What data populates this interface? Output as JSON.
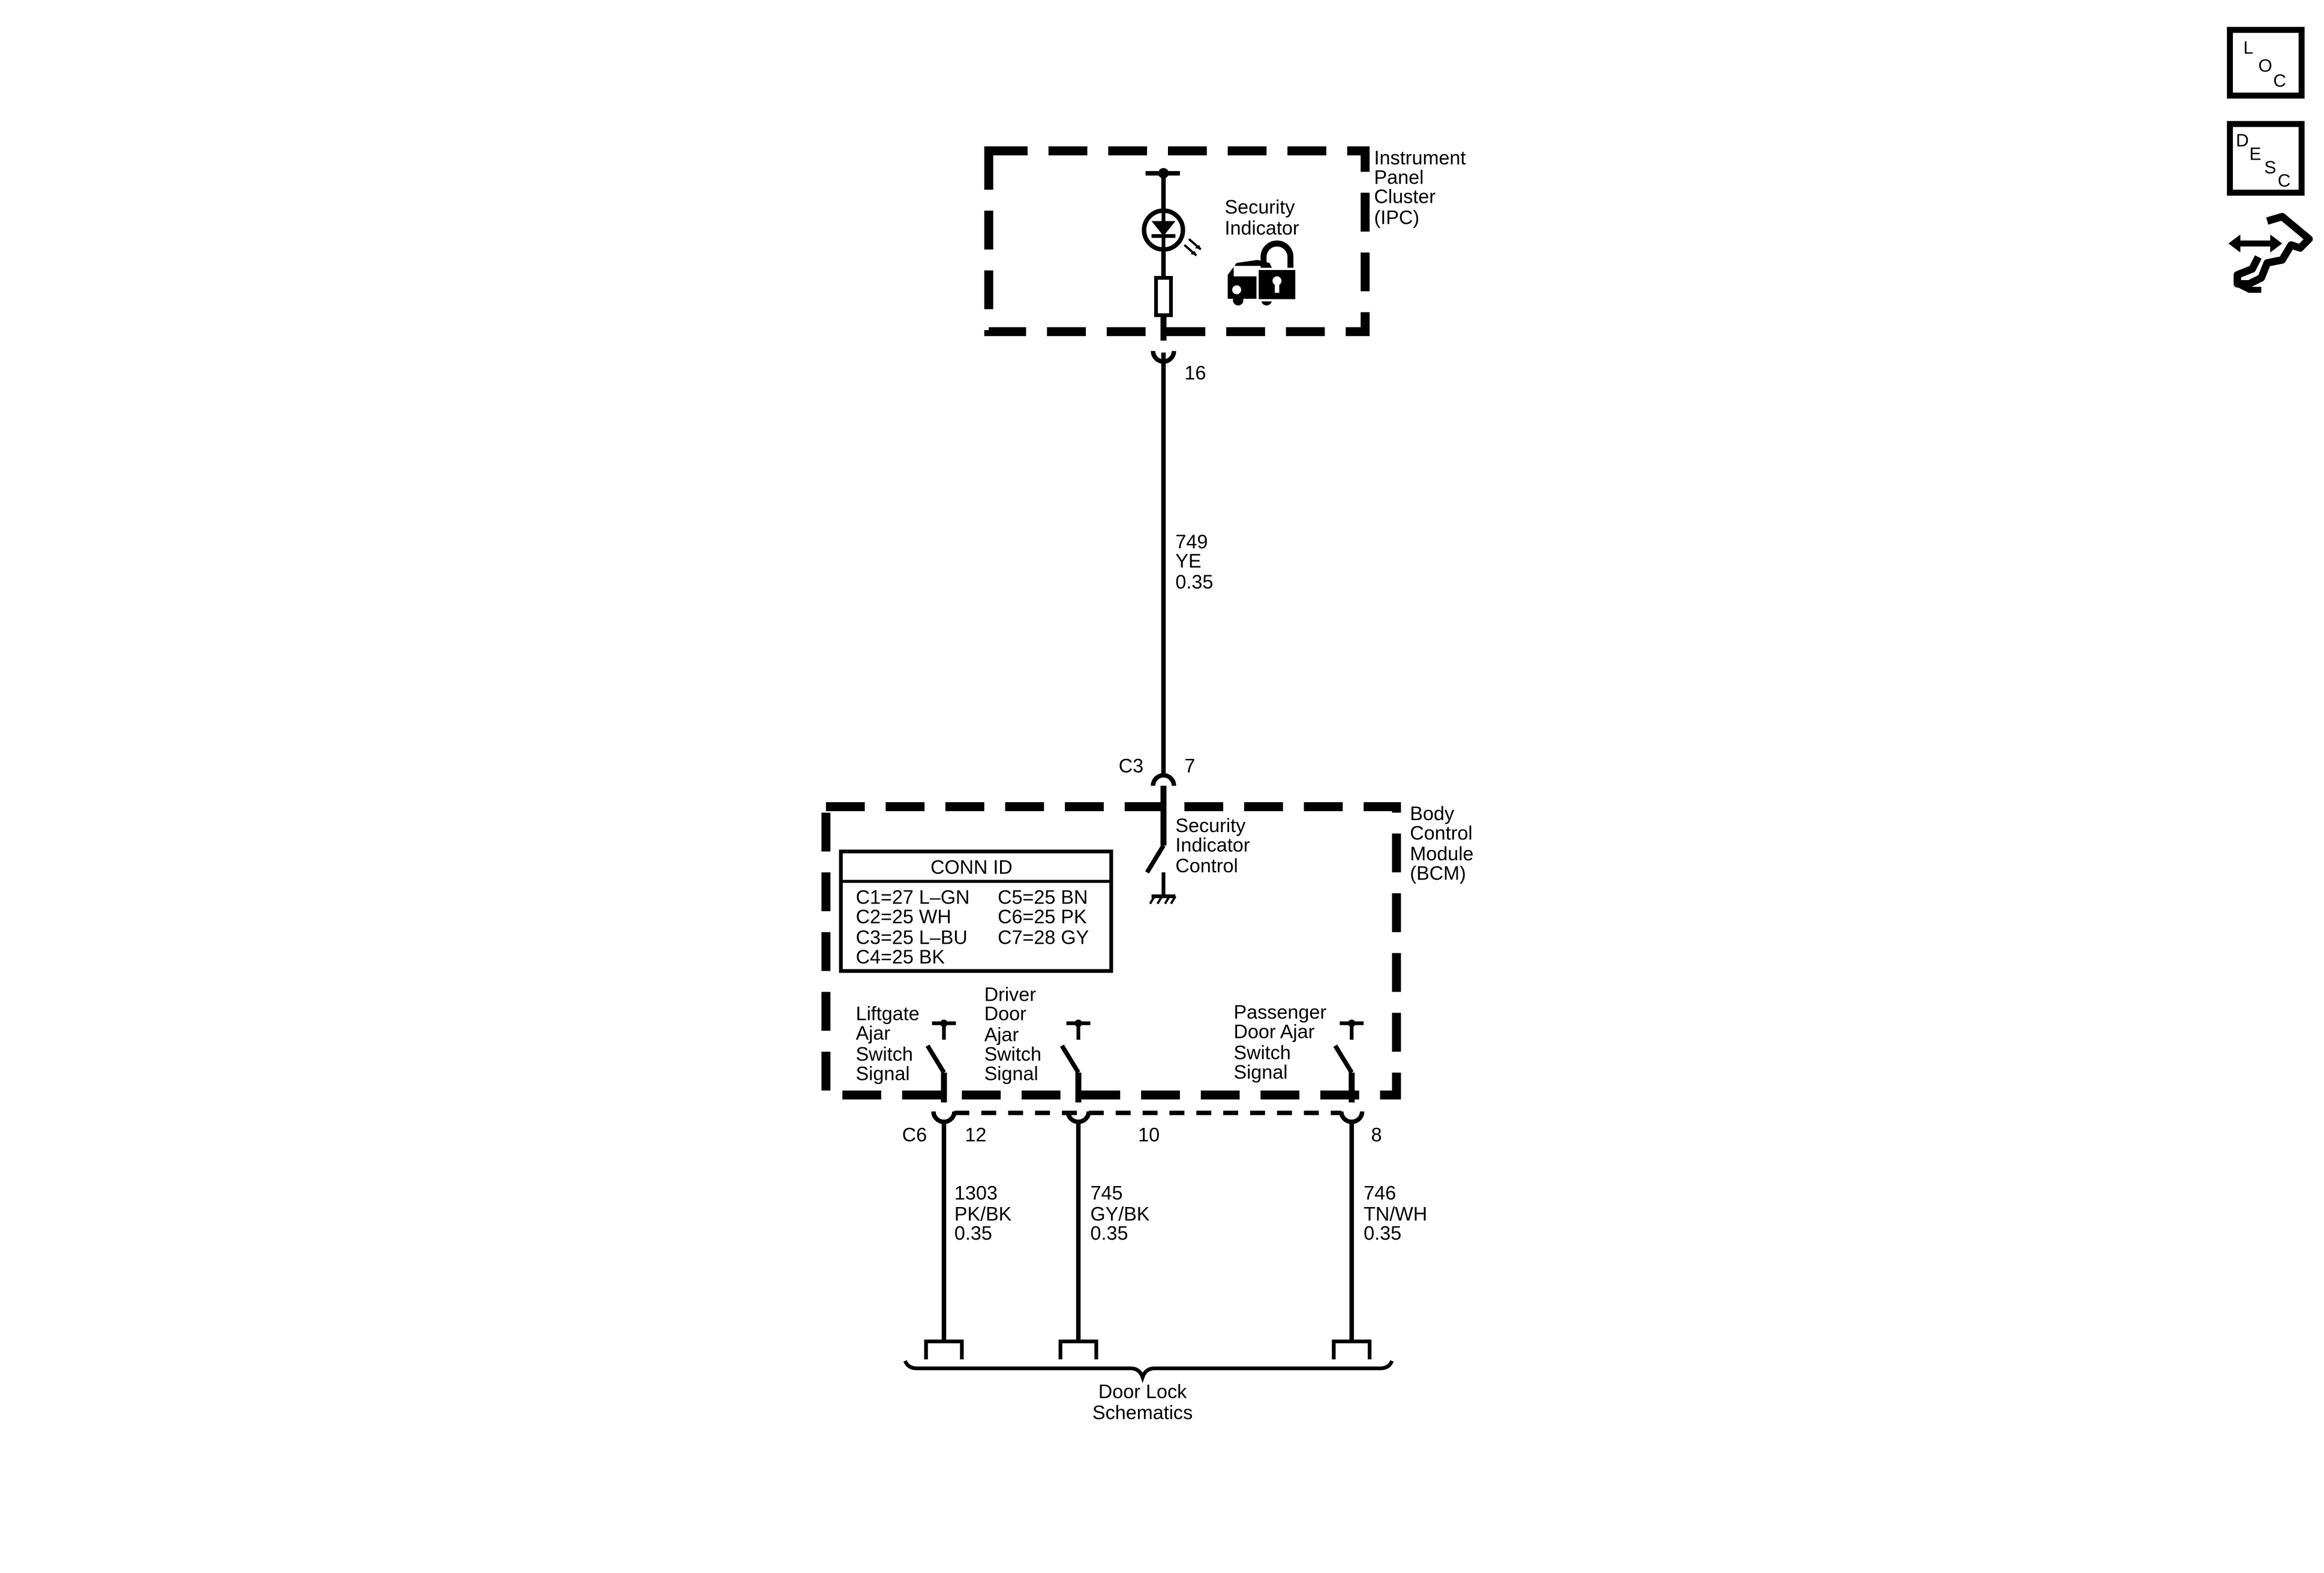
{
  "nav_icons": {
    "loc": {
      "letters": [
        "L",
        "O",
        "C"
      ],
      "icon": "loc-icon"
    },
    "desc": {
      "letters": [
        "D",
        "E",
        "S",
        "C"
      ],
      "icon": "desc-icon"
    },
    "connector_view": {
      "icon": "connector-view-icon"
    }
  },
  "ipc": {
    "module_label": [
      "Instrument",
      "Panel",
      "Cluster",
      "(IPC)"
    ],
    "indicator_label": [
      "Security",
      "Indicator"
    ],
    "indicator_icon": "security-lock-car-icon",
    "pin": "16"
  },
  "wire_749": {
    "circuit": "749",
    "color": "YE",
    "size": "0.35"
  },
  "bcm": {
    "module_label": [
      "Body",
      "Control",
      "Module",
      "(BCM)"
    ],
    "connector_top": {
      "connector": "C3",
      "pin": "7"
    },
    "security_control_label": [
      "Security",
      "Indicator",
      "Control"
    ],
    "conn_id": {
      "title": "CONN ID",
      "left": [
        "C1=27 L–GN",
        "C2=25 WH",
        "C3=25 L–BU",
        "C4=25 BK"
      ],
      "right": [
        "C5=25 BN",
        "C6=25 PK",
        "C7=28 GY"
      ]
    },
    "switches": [
      {
        "label": [
          "Liftgate",
          "Ajar",
          "Switch",
          "Signal"
        ]
      },
      {
        "label": [
          "Driver",
          "Door",
          "Ajar",
          "Switch",
          "Signal"
        ]
      },
      {
        "label": [
          "Passenger",
          "Door Ajar",
          "Switch",
          "Signal"
        ]
      }
    ],
    "bottom_connector": "C6",
    "bottom_pins": [
      "12",
      "10",
      "8"
    ]
  },
  "wires_bottom": [
    {
      "circuit": "1303",
      "color": "PK/BK",
      "size": "0.35"
    },
    {
      "circuit": "745",
      "color": "GY/BK",
      "size": "0.35"
    },
    {
      "circuit": "746",
      "color": "TN/WH",
      "size": "0.35"
    }
  ],
  "destination": [
    "Door Lock",
    "Schematics"
  ]
}
